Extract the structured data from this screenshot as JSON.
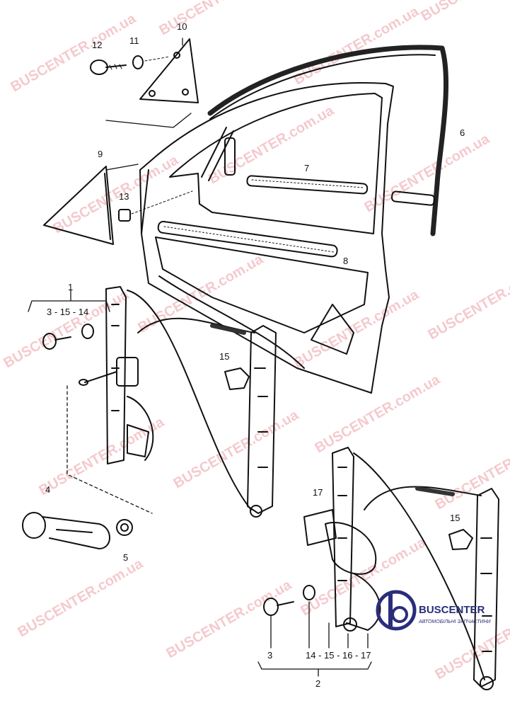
{
  "watermark": {
    "text": "BUSCENTER.com.ua"
  },
  "logo": {
    "word": "BUSCENTER",
    "tagline": "АВТОМОБІЛЬНІ ЗАПЧАСТИНИ",
    "color": "#2a2d7a"
  },
  "callouts": {
    "c1": "1",
    "c2": "2",
    "c4": "4",
    "c5": "5",
    "c6": "6",
    "c7": "7",
    "c8": "8",
    "c9": "9",
    "c10": "10",
    "c11": "11",
    "c12": "12",
    "c13": "13",
    "c15a": "15",
    "c15b": "15",
    "c17": "17",
    "group1": "3 - 15 - 14",
    "group2_3": "3",
    "group2_rest": "14 - 15 - 16 - 17"
  }
}
